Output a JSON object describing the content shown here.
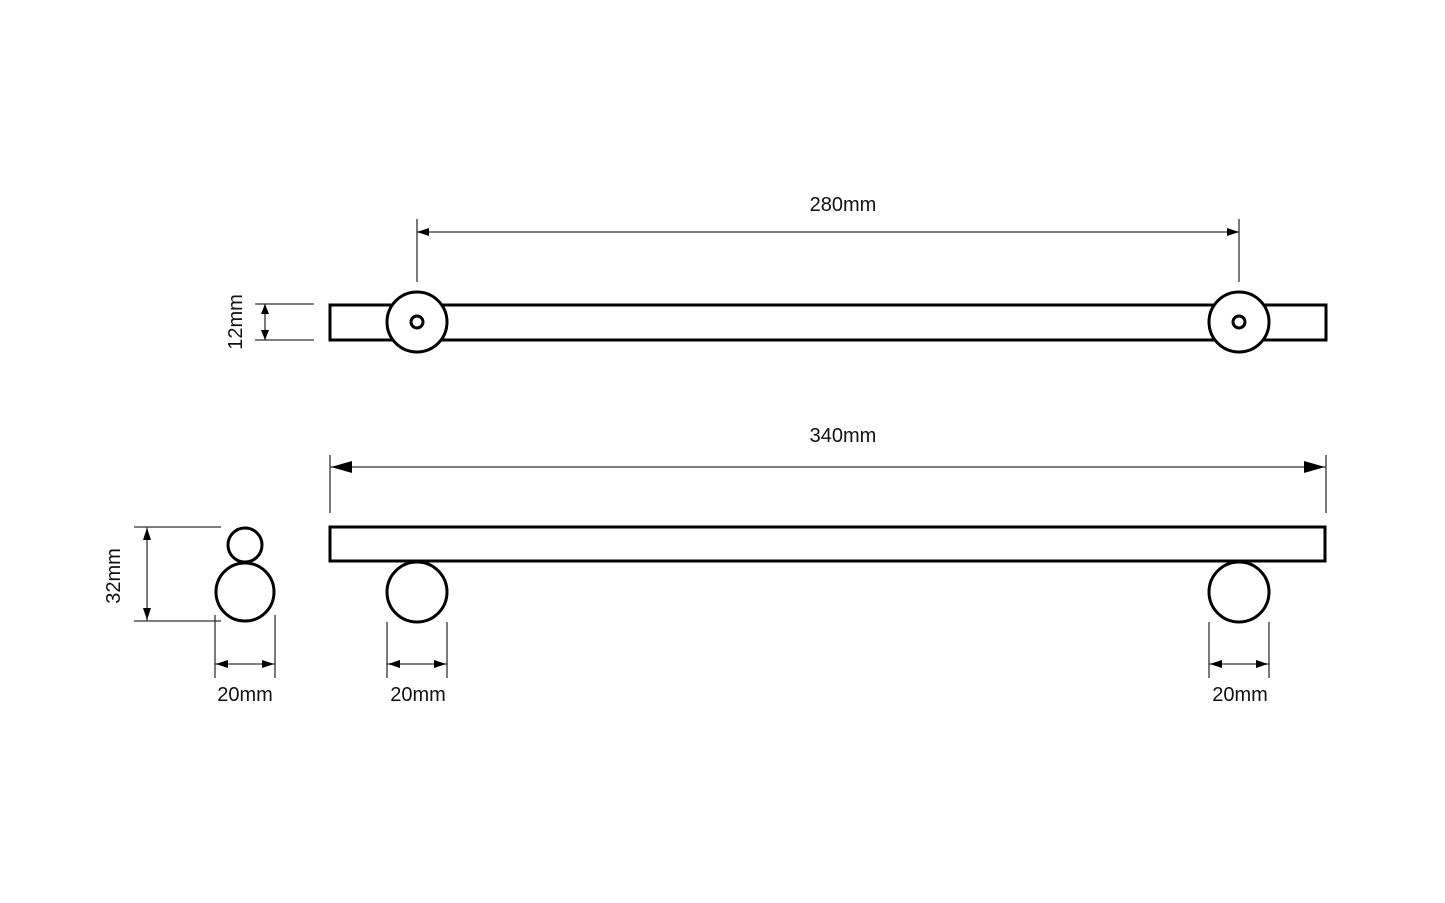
{
  "drawing": {
    "title": "Bar handle dimension drawing",
    "line_color": "#000000",
    "dim_color": "#333333",
    "background": "#ffffff",
    "views": {
      "top_view": {
        "description": "Plan view of bar with two round mounting posts",
        "dimensions": {
          "centres": {
            "label": "280mm",
            "value_mm": 280
          },
          "bar_thickness": {
            "label": "12mm",
            "value_mm": 12
          }
        }
      },
      "side_view": {
        "description": "Elevation of bar with two round feet",
        "dimensions": {
          "overall_length": {
            "label": "340mm",
            "value_mm": 340
          },
          "left_post_diameter": {
            "label": "20mm",
            "value_mm": 20
          },
          "right_post_diameter": {
            "label": "20mm",
            "value_mm": 20
          }
        }
      },
      "end_view": {
        "description": "End profile showing bar circle above post circle",
        "dimensions": {
          "projection": {
            "label": "32mm",
            "value_mm": 32
          },
          "post_diameter": {
            "label": "20mm",
            "value_mm": 20
          }
        }
      }
    }
  }
}
